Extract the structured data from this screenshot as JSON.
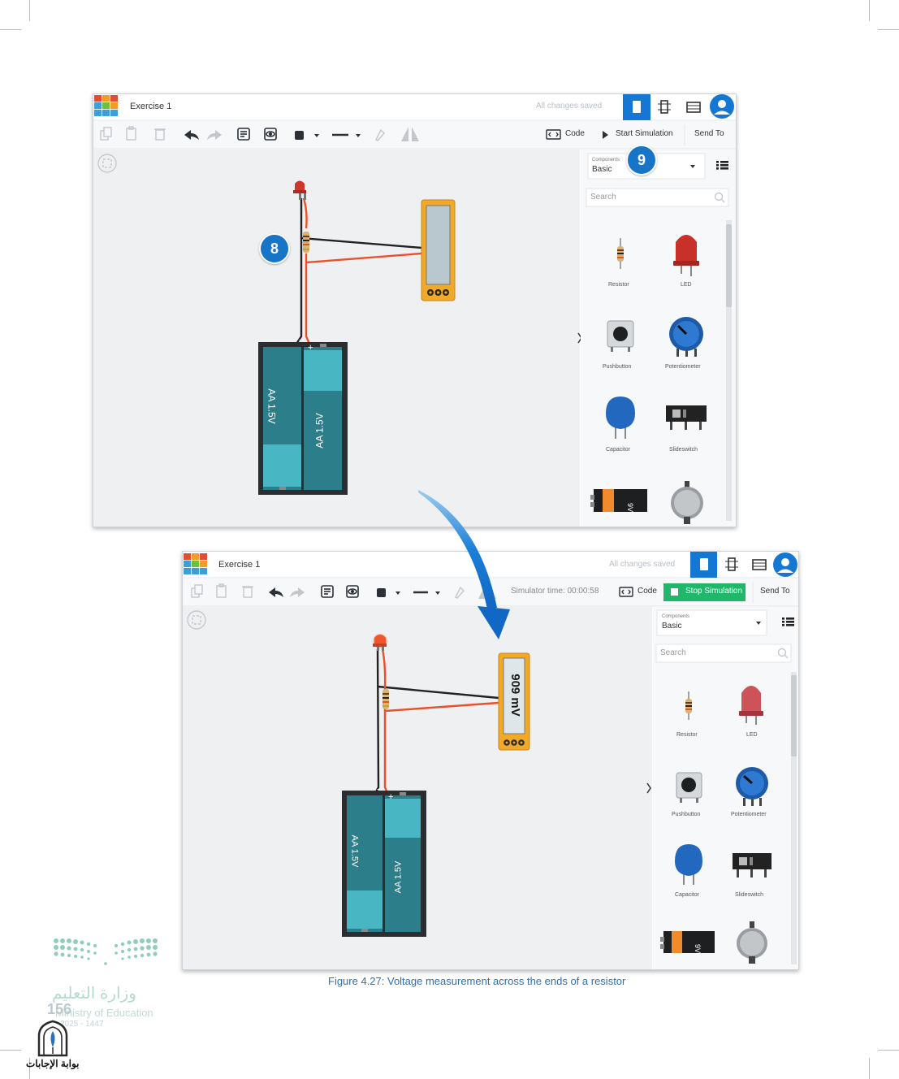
{
  "colors": {
    "accent_blue": "#1477d4",
    "stop_green": "#1fb86a",
    "wire_red": "#e8522a",
    "wire_black": "#222222",
    "battery_teal": "#2d7e8b",
    "multimeter_orange": "#f3a928",
    "caption_blue": "#2f6fb5"
  },
  "screenshot_before": {
    "project_title": "Exercise 1",
    "save_status": "All changes saved",
    "header_icons": [
      "logo-tinkercad",
      "circuit-view-icon",
      "schematic-icon",
      "component-list-icon",
      "user-avatar-icon"
    ],
    "toolbar": {
      "code_label": "Code",
      "simulation_label": "Start Simulation",
      "send_label": "Send To"
    },
    "panel": {
      "components_caption": "Components",
      "components_value": "Basic",
      "search_placeholder": "Search",
      "components": [
        "Resistor",
        "LED",
        "Pushbutton",
        "Potentiometer",
        "Capacitor",
        "Slideswitch"
      ]
    },
    "batteries": [
      "AA 1.5V",
      "AA 1.5V"
    ],
    "extra_parts": [
      "9V battery",
      "coin cell battery"
    ]
  },
  "screenshot_after": {
    "project_title": "Exercise 1",
    "save_status": "All changes saved",
    "toolbar": {
      "timer_label": "Simulator time: 00:00:58",
      "code_label": "Code",
      "simulation_label": "Stop Simulation",
      "send_label": "Send To"
    },
    "panel": {
      "components_caption": "Components",
      "components_value": "Basic",
      "search_placeholder": "Search",
      "components": [
        "Resistor",
        "LED",
        "Pushbutton",
        "Potentiometer",
        "Capacitor",
        "Slideswitch"
      ]
    },
    "multimeter_reading": "909 mV",
    "batteries": [
      "AA 1.5V",
      "AA 1.5V"
    ],
    "extra_parts": [
      "9V battery",
      "coin cell battery"
    ]
  },
  "annotations": {
    "step_8": "8",
    "step_9": "9"
  },
  "caption": "Figure 4.27: Voltage measurement across the ends of a resistor",
  "footer": {
    "ministry_arabic": "وزارة التعليم",
    "ministry_english": "Ministry of Education",
    "year_range": "2025 - 1447",
    "page_number": "156",
    "portal_name": "بوابة الإجابات"
  }
}
